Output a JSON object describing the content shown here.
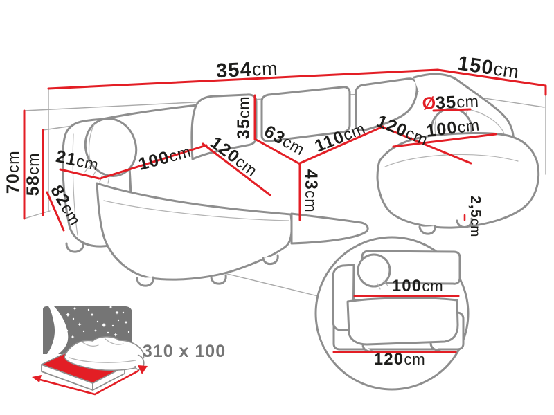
{
  "palette": {
    "accent_red": "#e31e25",
    "sofa_line_gray": "#8e8e8e",
    "construction_gray": "#a9a9a9",
    "text_black": "#1d1d1b",
    "icon_gray": "#757575"
  },
  "icons": {
    "sleeping_icon": "bed-with-night-sky-stars",
    "detail_icon": "magnified-detail-circle"
  },
  "dimensions": {
    "total_width": {
      "value": "354",
      "unit": "cm"
    },
    "total_depth": {
      "value": "150",
      "unit": "cm"
    },
    "total_height": {
      "value": "70",
      "unit": "cm"
    },
    "armrest_height": {
      "value": "58",
      "unit": "cm"
    },
    "armrest_width": {
      "value": "21",
      "unit": "cm"
    },
    "armrest_depth": {
      "value": "82",
      "unit": "cm"
    },
    "seat_width_left": {
      "value": "100",
      "unit": "cm"
    },
    "seat_depth_left": {
      "value": "120",
      "unit": "cm"
    },
    "back_cushion_height": {
      "value": "35",
      "unit": "cm"
    },
    "backrest_depth": {
      "value": "63",
      "unit": "cm"
    },
    "seat_width_middle": {
      "value": "110",
      "unit": "cm"
    },
    "seat_height": {
      "value": "43",
      "unit": "cm"
    },
    "pillow_diameter": {
      "symbol": "Ø",
      "value": "35",
      "unit": "cm"
    },
    "chaise_length": {
      "value": "120",
      "unit": "cm"
    },
    "chaise_width": {
      "value": "100",
      "unit": "cm"
    },
    "leg_height": {
      "value": "2,5",
      "unit": "cm"
    }
  },
  "detail_view": {
    "seat_depth": {
      "value": "100",
      "unit": "cm"
    },
    "base_depth": {
      "value": "120",
      "unit": "cm"
    }
  },
  "sleeping_function": {
    "label": "310 x 100"
  }
}
